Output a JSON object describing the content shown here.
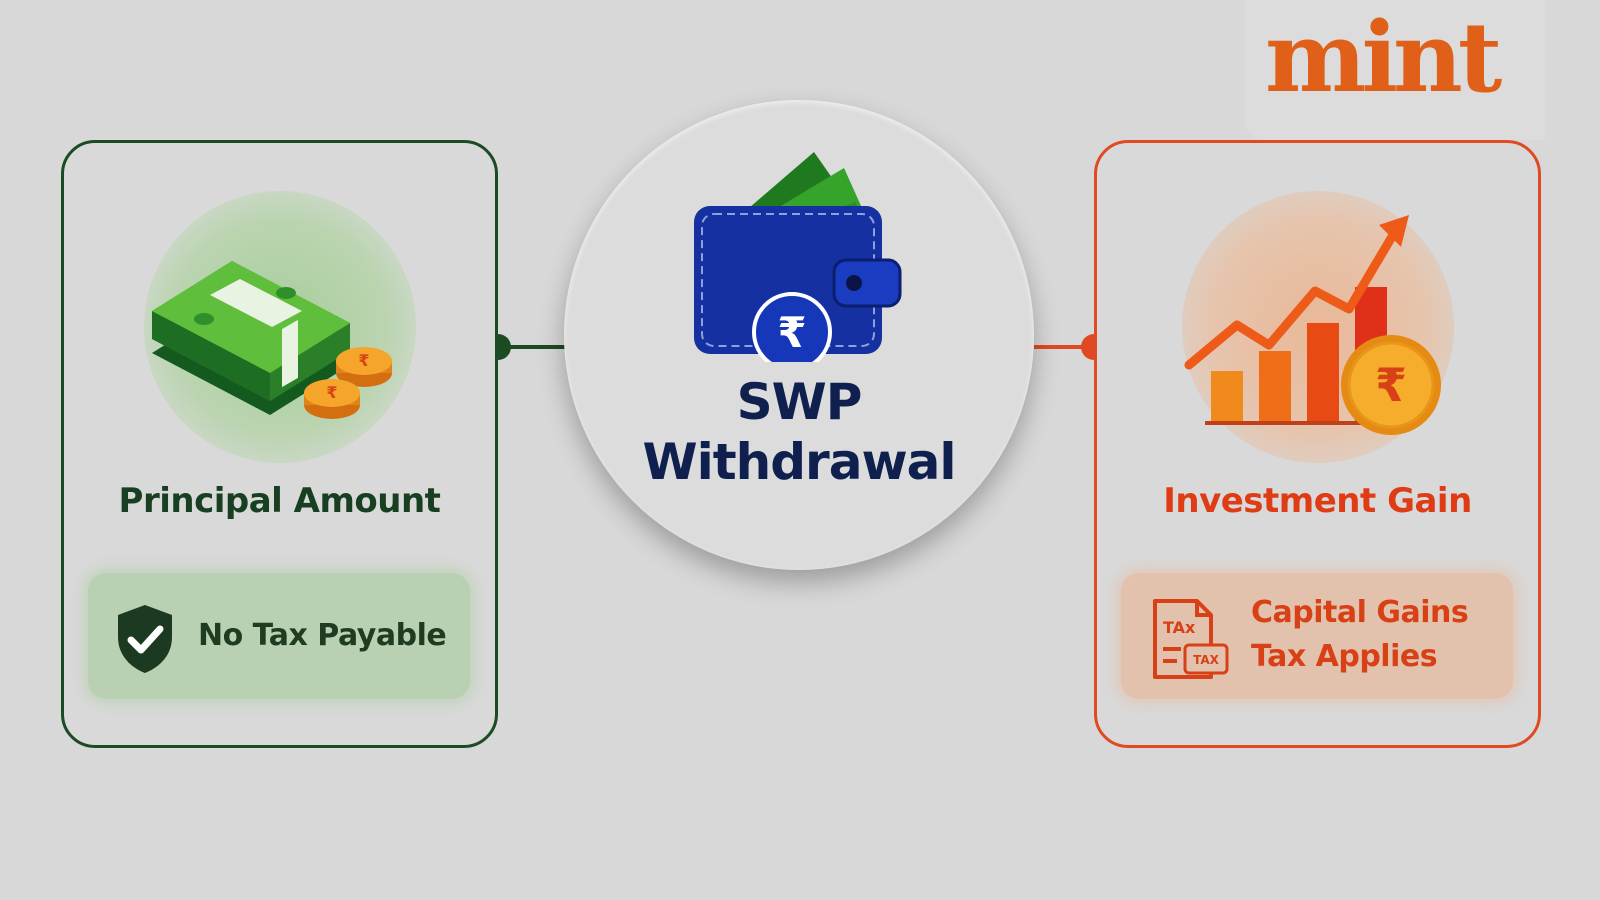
{
  "brand": {
    "logo_text": "mint"
  },
  "center": {
    "title_line1": "SWP",
    "title_line2": "Withdrawal"
  },
  "left_card": {
    "title": "Principal Amount",
    "note": "No Tax Payable"
  },
  "right_card": {
    "title": "Investment Gain",
    "note_line1": "Capital Gains",
    "note_line2": "Tax Applies"
  },
  "icons": {
    "left": "money-stack-with-rupee-coins-icon",
    "center": "wallet-with-rupee-coin-icon",
    "right": "growth-chart-with-rupee-coin-icon",
    "left_note": "shield-check-icon",
    "right_note": "tax-document-icon",
    "currency_symbol": "₹",
    "tax_doc_label_1": "TAx",
    "tax_doc_label_2": "TAX"
  },
  "colors": {
    "green": "#1c4a23",
    "orange": "#e04a22",
    "navy": "#0f1f4e",
    "brand": "#e0601a",
    "background": "#d8d8d8"
  }
}
